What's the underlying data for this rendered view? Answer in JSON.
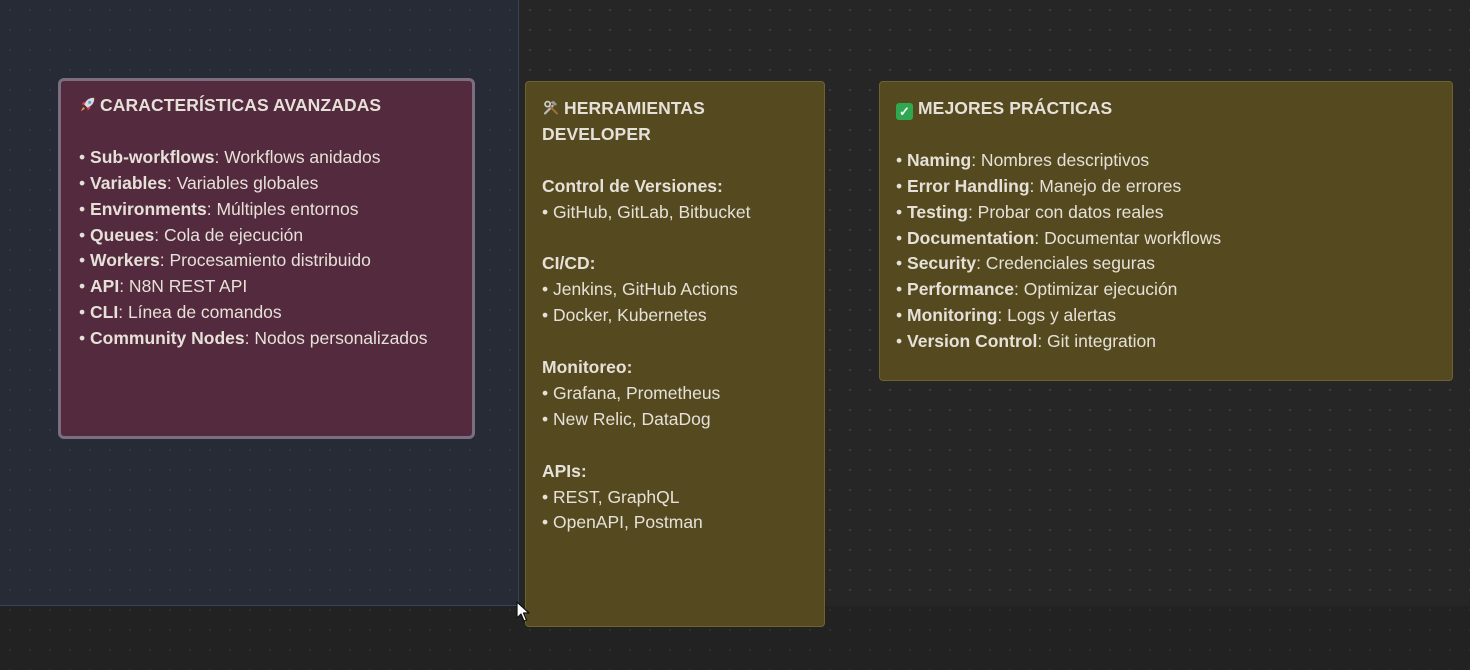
{
  "notes": {
    "advanced": {
      "icon": "rocket-icon",
      "title": "CARACTERÍSTICAS AVANZADAS",
      "items": [
        {
          "bullet": "•",
          "key": "Sub-workflows",
          "value": ": Workflows anidados"
        },
        {
          "bullet": "•",
          "key": "Variables",
          "value": ": Variables globales"
        },
        {
          "bullet": "•",
          "key": "Environments",
          "value": ": Múltiples entornos"
        },
        {
          "bullet": "•",
          "key": "Queues",
          "value": ": Cola de ejecución"
        },
        {
          "bullet": "•",
          "key": "Workers",
          "value": ": Procesamiento distribuido"
        },
        {
          "bullet": "•",
          "key": "API",
          "value": ": N8N REST API"
        },
        {
          "bullet": "•",
          "key": "CLI",
          "value": ": Línea de comandos"
        },
        {
          "bullet": "•",
          "key": "Community Nodes",
          "value": ": Nodos personalizados"
        }
      ]
    },
    "dev_tools": {
      "icon": "hammer-wrench-icon",
      "title_line1": "HERRAMIENTAS",
      "title_line2": "DEVELOPER",
      "sections": [
        {
          "heading": "Control de Versiones:",
          "items": [
            "• GitHub, GitLab, Bitbucket"
          ]
        },
        {
          "heading": "CI/CD:",
          "items": [
            "• Jenkins, GitHub Actions",
            "• Docker, Kubernetes"
          ]
        },
        {
          "heading": "Monitoreo:",
          "items": [
            "• Grafana, Prometheus",
            "• New Relic, DataDog"
          ]
        },
        {
          "heading": "APIs:",
          "items": [
            "• REST, GraphQL",
            "• OpenAPI, Postman"
          ]
        }
      ]
    },
    "best_practices": {
      "icon": "check-mark-icon",
      "icon_glyph": "✓",
      "icon_color": "#2fa84f",
      "title": "MEJORES PRÁCTICAS",
      "items": [
        {
          "bullet": "•",
          "key": "Naming",
          "value": ": Nombres descriptivos"
        },
        {
          "bullet": "•",
          "key": "Error Handling",
          "value": ": Manejo de errores"
        },
        {
          "bullet": "•",
          "key": "Testing",
          "value": ": Probar con datos reales"
        },
        {
          "bullet": "•",
          "key": "Documentation",
          "value": ": Documentar workflows"
        },
        {
          "bullet": "•",
          "key": "Security",
          "value": ": Credenciales seguras"
        },
        {
          "bullet": "•",
          "key": "Performance",
          "value": ": Optimizar ejecución"
        },
        {
          "bullet": "•",
          "key": "Monitoring",
          "value": ": Logs y alertas"
        },
        {
          "bullet": "•",
          "key": "Version Control",
          "value": ": Git integration"
        }
      ]
    }
  },
  "colors": {
    "canvas": "#262626",
    "note_red": "#532a3e",
    "note_olive": "#55491f",
    "text": "#e6e1d8"
  }
}
